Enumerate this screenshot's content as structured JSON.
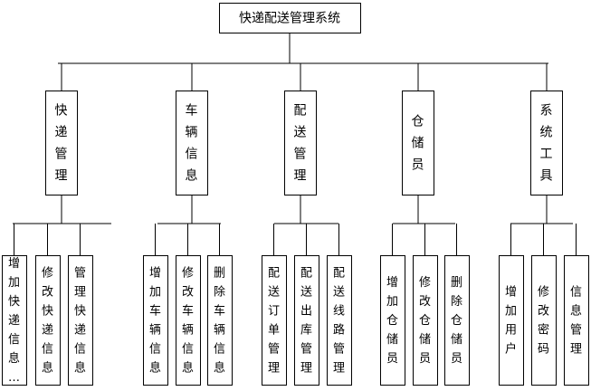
{
  "root": {
    "label": "快递配送管理系统"
  },
  "modules": [
    {
      "label": "快递管理",
      "children": [
        "增加快递信息…",
        "修改快递信息",
        "管理快递信息"
      ]
    },
    {
      "label": "车辆信息",
      "children": [
        "增加车辆信息",
        "修改车辆信息",
        "删除车辆信息"
      ]
    },
    {
      "label": "配送管理",
      "children": [
        "配送订单管理",
        "配送出库管理",
        "配送线路管理"
      ]
    },
    {
      "label": "仓储员",
      "children": [
        "增加仓储员",
        "修改仓储员",
        "删除仓储员"
      ]
    },
    {
      "label": "系统工具",
      "children": [
        "增加用户",
        "修改密码",
        "信息管理"
      ]
    }
  ]
}
